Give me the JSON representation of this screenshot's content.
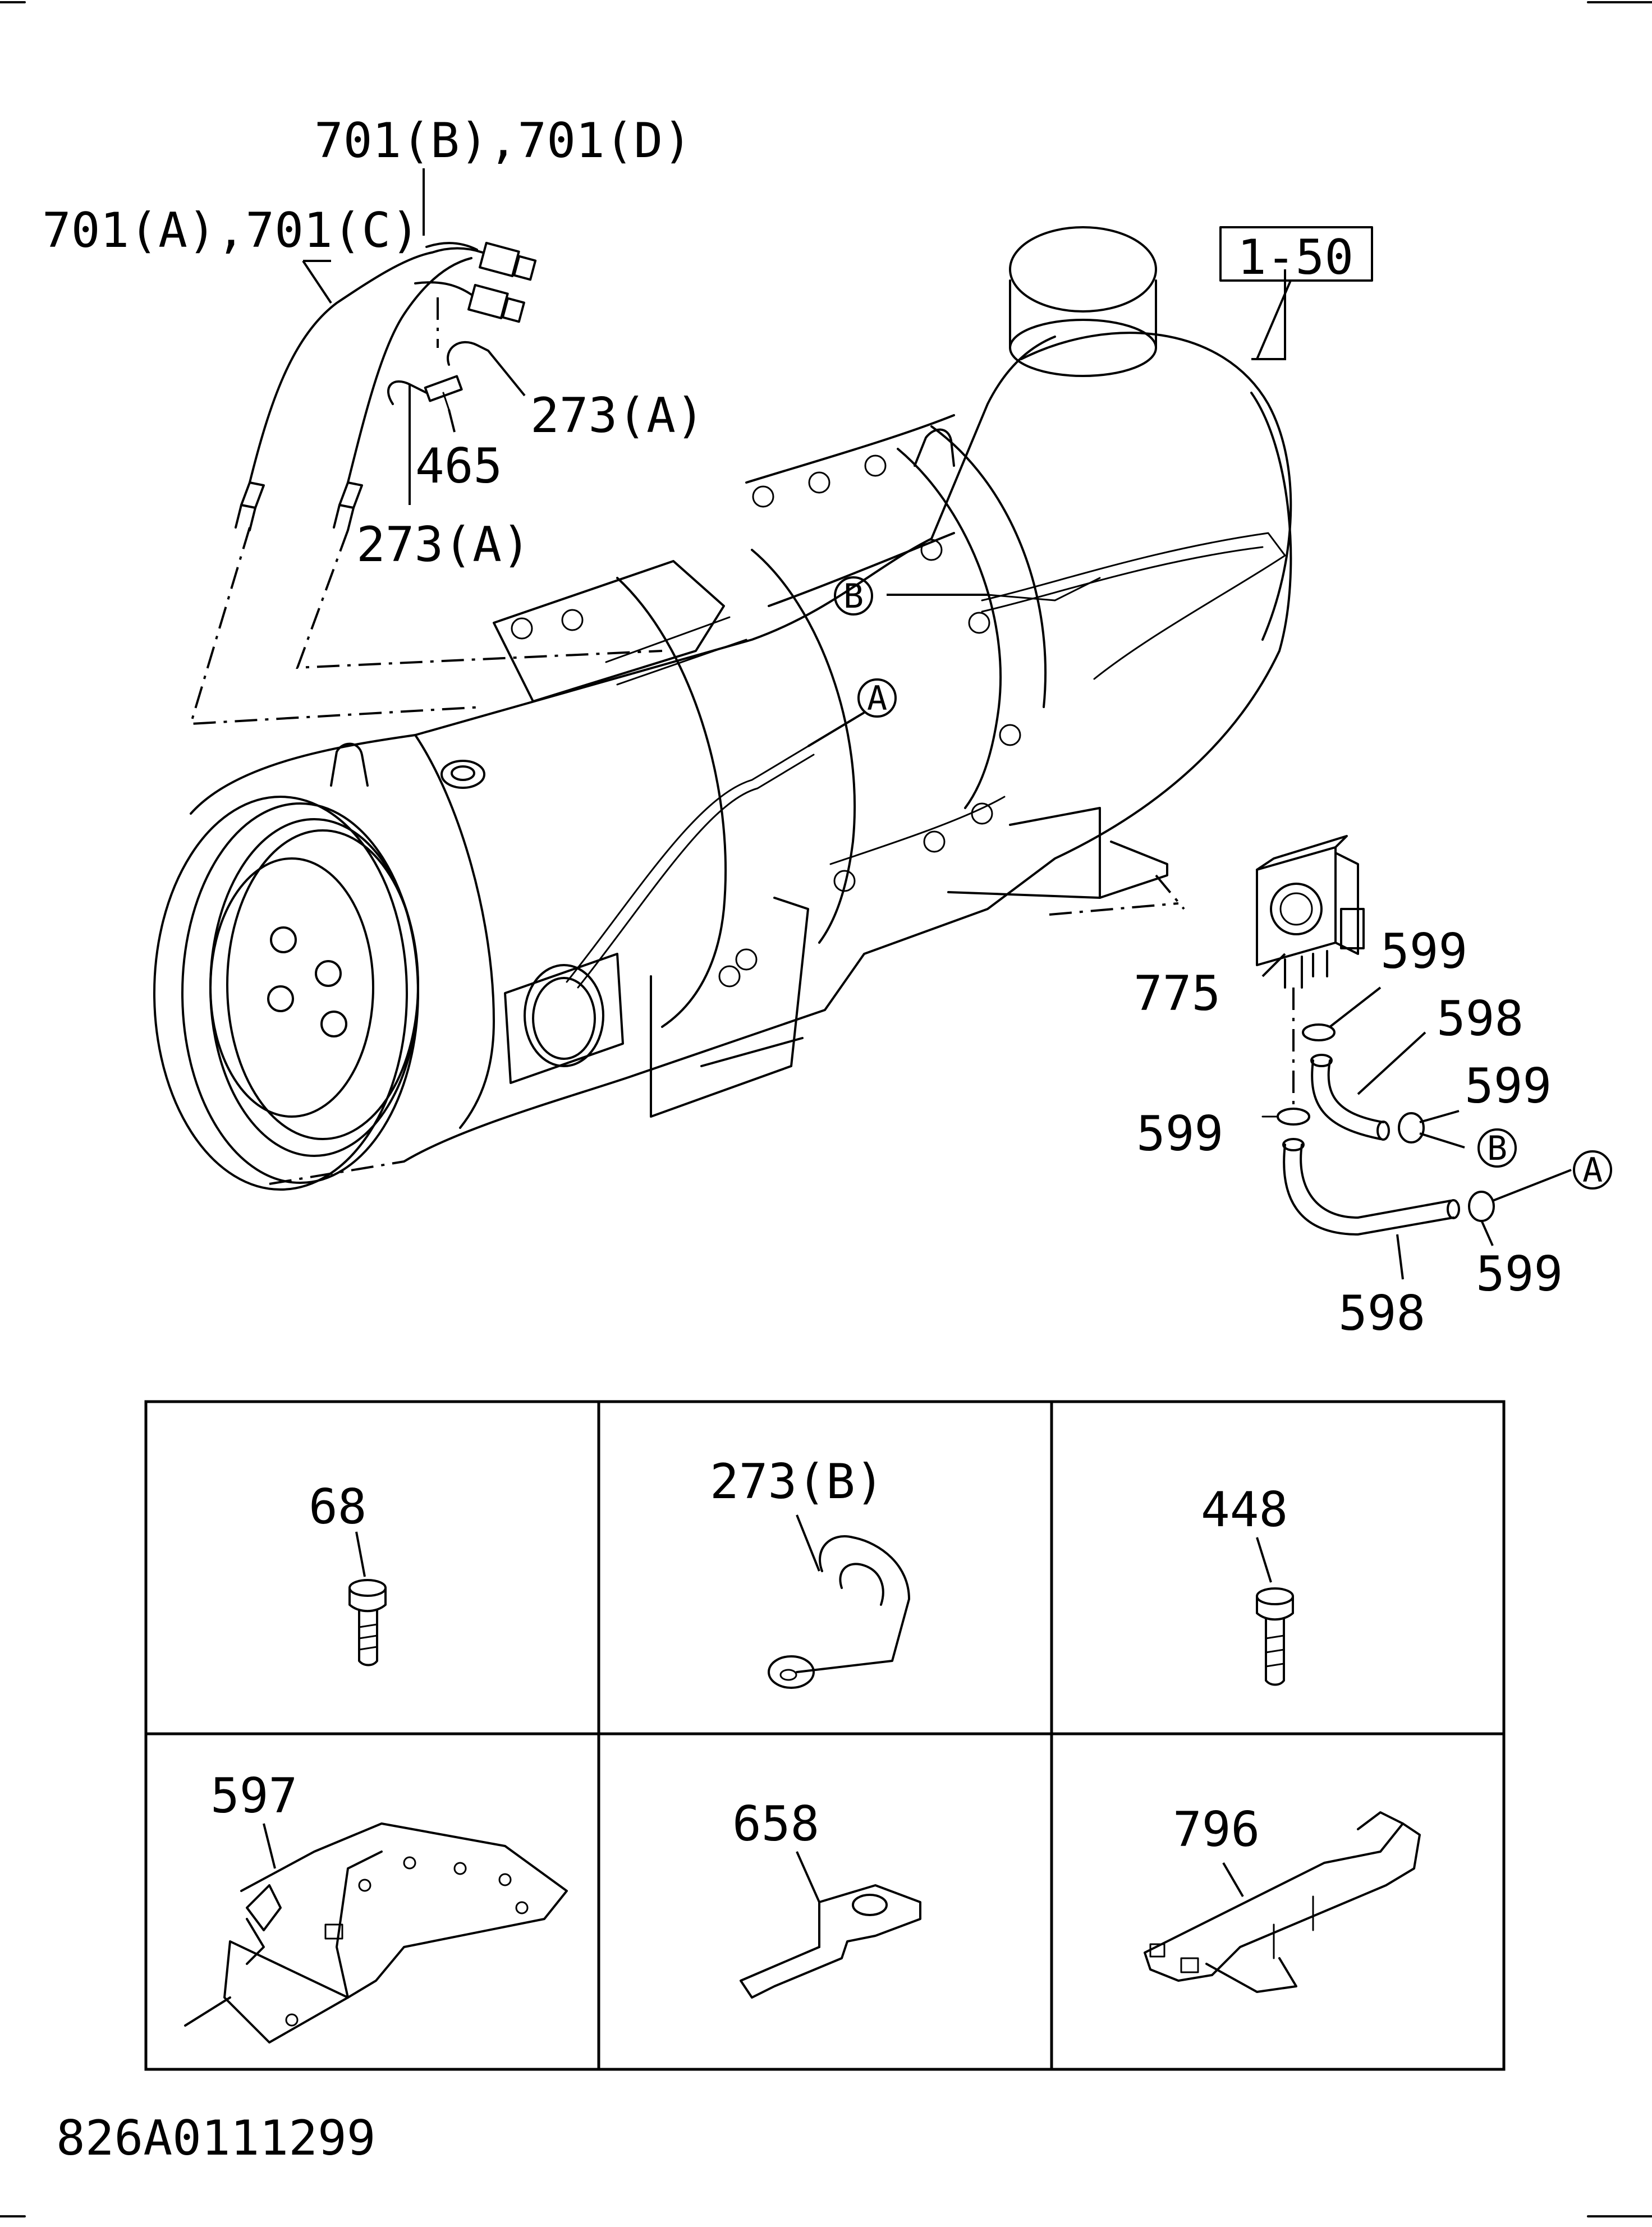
{
  "callouts": {
    "harness_bd": "701(B),701(D)",
    "harness_ac": "701(A),701(C)",
    "clip_273a_upper": "273(A)",
    "clip_273a_lower": "273(A)",
    "band_465": "465",
    "ref_box": "1-50",
    "sensor_775": "775",
    "clamp_599_top": "599",
    "hose_598_top": "598",
    "clamp_599_right": "599",
    "clamp_599_left": "599",
    "hose_598_bottom": "598",
    "clamp_599_bottom": "599",
    "marker_a": "A",
    "marker_b": "B"
  },
  "parts_table": {
    "cells": [
      {
        "label": "68",
        "part": "bolt-icon"
      },
      {
        "label": "273(B)",
        "part": "clip-icon"
      },
      {
        "label": "448",
        "part": "bolt-icon"
      },
      {
        "label": "597",
        "part": "bracket-icon"
      },
      {
        "label": "658",
        "part": "bracket-icon"
      },
      {
        "label": "796",
        "part": "sensor-bracket-icon"
      }
    ]
  },
  "footer": {
    "drawing_number": "826A0111299"
  }
}
